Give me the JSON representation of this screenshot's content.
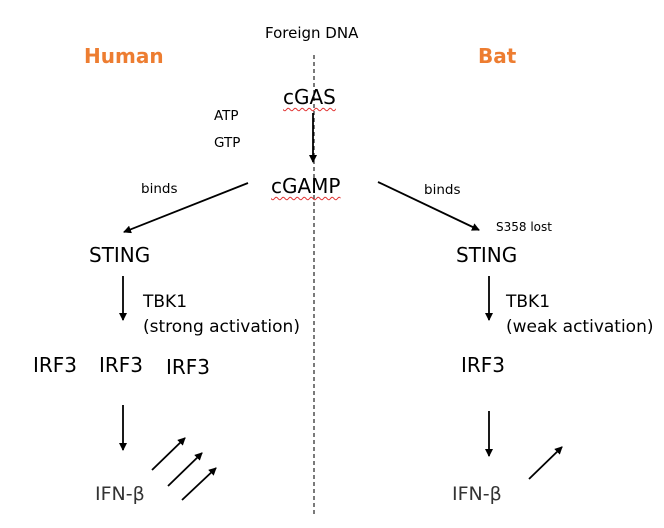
{
  "title_top": "Foreign DNA",
  "colors": {
    "species_label": "#ED7D31",
    "text": "#000000",
    "spellcheck_underline": "#E0302F"
  },
  "species": {
    "left": "Human",
    "right": "Bat"
  },
  "shared": {
    "enzyme": "cGAS",
    "substrates": [
      "ATP",
      "GTP"
    ],
    "messenger": "cGAMP"
  },
  "human": {
    "binds_label": "binds",
    "receptor": "STING",
    "kinase": "TBK1",
    "activation": "(strong activation)",
    "irf3": [
      "IRF3",
      "IRF3",
      "IRF3"
    ],
    "output": "IFN-β",
    "upregulation_arrows": 3
  },
  "bat": {
    "binds_label": "binds",
    "mutation_note": "S358 lost",
    "receptor": "STING",
    "kinase": "TBK1",
    "activation": "(weak activation)",
    "irf3": [
      "IRF3"
    ],
    "output": "IFN-β",
    "upregulation_arrows": 1
  },
  "edges": [
    {
      "from": "cGAS",
      "to": "cGAMP",
      "label": "ATP, GTP"
    },
    {
      "from": "cGAMP",
      "to": "human.STING",
      "label": "binds"
    },
    {
      "from": "cGAMP",
      "to": "bat.STING",
      "label": "binds"
    },
    {
      "from": "human.STING",
      "to": "human.IRF3",
      "label": "TBK1 (strong activation)"
    },
    {
      "from": "bat.STING",
      "to": "bat.IRF3",
      "label": "TBK1 (weak activation)"
    },
    {
      "from": "human.IRF3",
      "to": "human.IFN-β"
    },
    {
      "from": "bat.IRF3",
      "to": "bat.IFN-β"
    }
  ]
}
